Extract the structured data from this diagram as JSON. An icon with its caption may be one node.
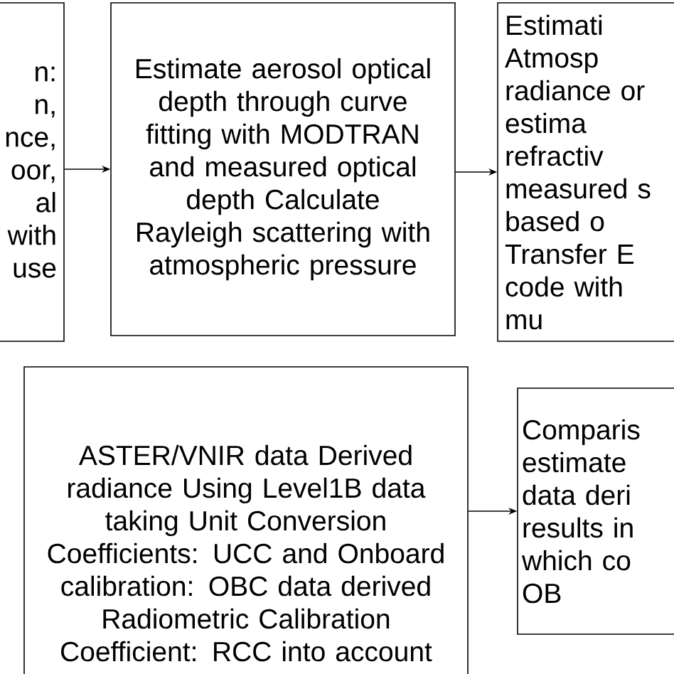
{
  "diagram": {
    "nodes": [
      {
        "text": [
          "n: n, nce, oor, al with use"
        ]
      },
      {
        "text": [
          "Estimate aerosol optical depth through curve fitting with MODTRAN and measured optical depth Calculate Rayleigh scattering with atmospheric pressure"
        ]
      },
      {
        "text": [
          "Estimati Atmosp radiance or estima refractiv measured s based o Transfer E code with mu"
        ]
      },
      {
        "text": [
          "ASTER/VNIR data Derived radiance Using Level1B data taking Unit Conversion Coefficients: UCC and Onboard calibration: OBC data derived Radiometric Calibration Coefficient: RCC into account"
        ]
      },
      {
        "text": [
          "Comparis estimate data deri results in which co OB"
        ]
      }
    ],
    "edges": [
      {
        "from": 0,
        "to": 1,
        "arrow": "to"
      },
      {
        "from": 1,
        "to": 2,
        "arrow": "to"
      },
      {
        "from": 3,
        "to": 4,
        "arrow": "to"
      }
    ]
  }
}
